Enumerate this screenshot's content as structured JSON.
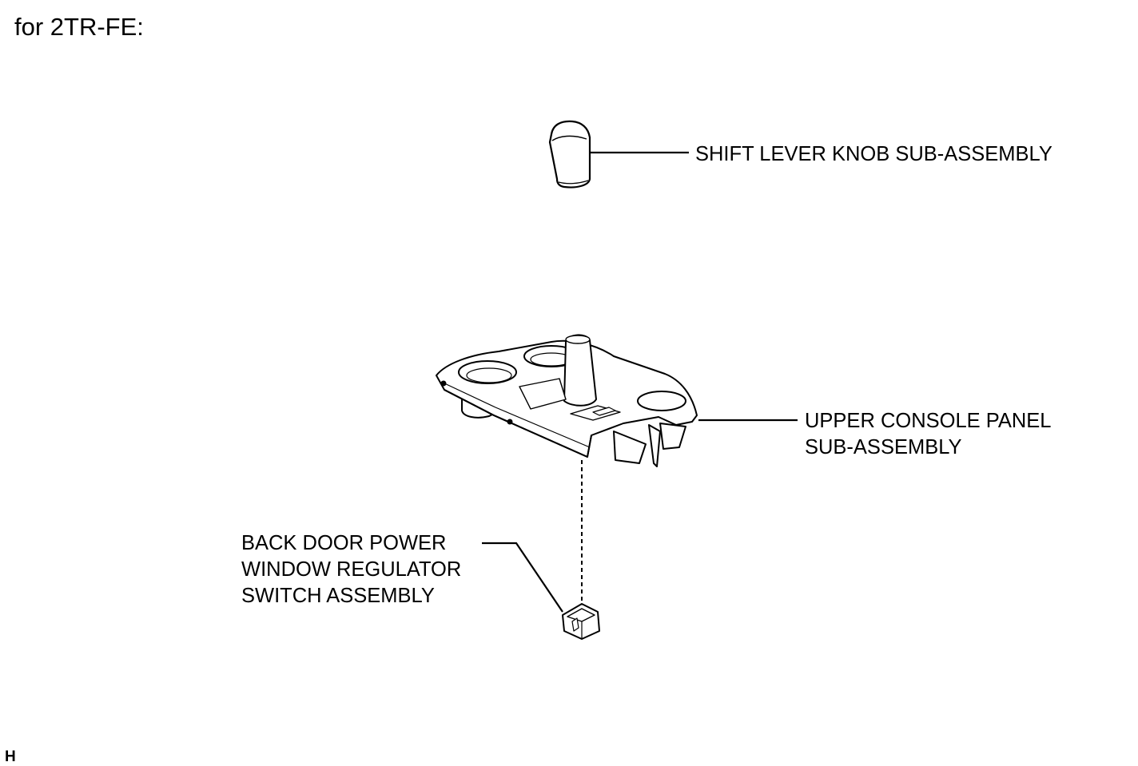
{
  "heading": "for 2TR-FE:",
  "labels": {
    "shift_knob": [
      "SHIFT LEVER KNOB SUB-ASSEMBLY"
    ],
    "upper_console": [
      "UPPER CONSOLE PANEL",
      "SUB-ASSEMBLY"
    ],
    "back_door_switch": [
      "BACK DOOR POWER",
      "WINDOW REGULATOR",
      "SWITCH ASSEMBLY"
    ]
  },
  "corner_mark": "H"
}
